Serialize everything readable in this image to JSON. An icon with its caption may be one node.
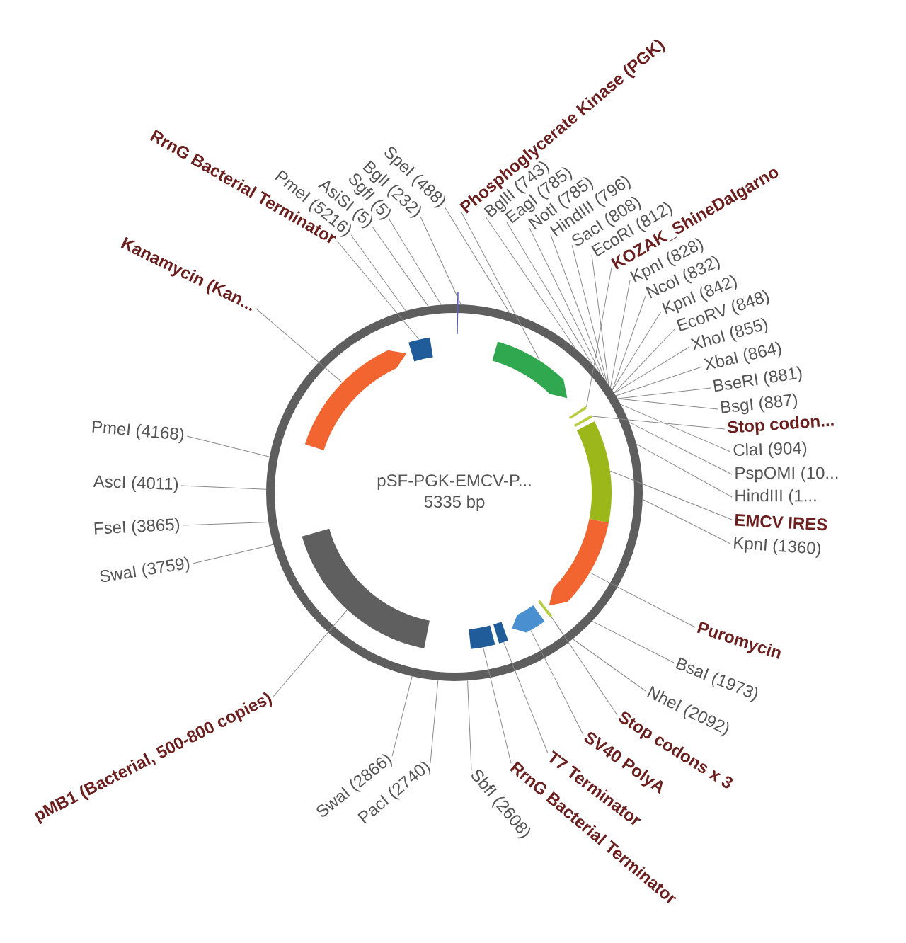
{
  "diagram": {
    "nodes": [
      {
        "text": [
          "pSF-PGK-EMCV-P...",
          "5335 bp"
        ]
      },
      {
        "text": [],
        "shape": "arrow",
        "in": 0
      },
      {
        "text": [],
        "shape": "line",
        "in": 0
      },
      {
        "text": [],
        "shape": "line",
        "in": 0
      },
      {
        "text": [],
        "shape": "bar",
        "in": 0
      },
      {
        "text": [],
        "shape": "arrow",
        "in": 0
      },
      {
        "text": [],
        "shape": "line",
        "in": 0
      },
      {
        "text": [],
        "shape": "arrow",
        "in": 0
      },
      {
        "text": [],
        "shape": "box",
        "in": 0
      },
      {
        "text": [],
        "shape": "box",
        "in": 0
      },
      {
        "text": [],
        "shape": "bar",
        "in": 0
      },
      {
        "text": [],
        "shape": "arrow",
        "in": 0
      },
      {
        "text": [],
        "shape": "box",
        "in": 0
      },
      {
        "text": [
          "RrnG Bacterial Terminator"
        ]
      },
      {
        "text": [
          "PmeI (5216)"
        ]
      },
      {
        "text": [
          "AsiSI (5)"
        ]
      },
      {
        "text": [
          "SgfI (5)"
        ]
      },
      {
        "text": [
          "BglI (232)"
        ]
      },
      {
        "text": [
          "SpeI (488)"
        ]
      },
      {
        "text": [
          "Phosphoglycerate Kinase (PGK)"
        ]
      },
      {
        "text": [
          "BglII (743)"
        ]
      },
      {
        "text": [
          "EagI (785)"
        ]
      },
      {
        "text": [
          "NotI (785)"
        ]
      },
      {
        "text": [
          "HindIII (796)"
        ]
      },
      {
        "text": [
          "SacI (808)"
        ]
      },
      {
        "text": [
          "EcoRI (812)"
        ]
      },
      {
        "text": [
          "KOZAK_ShineDalgarno"
        ]
      },
      {
        "text": [
          "KpnI (828)"
        ]
      },
      {
        "text": [
          "NcoI (832)"
        ]
      },
      {
        "text": [
          "KpnI (842)"
        ]
      },
      {
        "text": [
          "EcoRV (848)"
        ]
      },
      {
        "text": [
          "XhoI (855)"
        ]
      },
      {
        "text": [
          "XbaI (864)"
        ]
      },
      {
        "text": [
          "BseRI (881)"
        ]
      },
      {
        "text": [
          "BsgI (887)"
        ]
      },
      {
        "text": [
          "Stop codon..."
        ]
      },
      {
        "text": [
          "ClaI (904)"
        ]
      },
      {
        "text": [
          "PspOMI (10..."
        ]
      },
      {
        "text": [
          "HindIII (1..."
        ]
      },
      {
        "text": [
          "EMCV IRES"
        ]
      },
      {
        "text": [
          "KpnI (1360)"
        ]
      },
      {
        "text": [
          "Puromycin"
        ]
      },
      {
        "text": [
          "BsaI (1973)"
        ]
      },
      {
        "text": [
          "NheI (2092)"
        ]
      },
      {
        "text": [
          "Stop codons x 3"
        ]
      },
      {
        "text": [
          "SV40 PolyA"
        ]
      },
      {
        "text": [
          "T7 Terminator"
        ]
      },
      {
        "text": [
          "RrnG Bacterial Terminator"
        ]
      },
      {
        "text": [
          "SbfI (2608)"
        ]
      },
      {
        "text": [
          "PacI (2740)"
        ]
      },
      {
        "text": [
          "SwaI (2866)"
        ]
      },
      {
        "text": [
          "pMB1 (Bacterial, 500-800 copies)"
        ]
      },
      {
        "text": [
          "SwaI (3759)"
        ]
      },
      {
        "text": [
          "FseI (3865)"
        ]
      },
      {
        "text": [
          "AscI (4011)"
        ]
      },
      {
        "text": [
          "PmeI (4168)"
        ]
      },
      {
        "text": [
          "Kanamycin (Kan..."
        ]
      }
    ],
    "edges": [
      {
        "from": 13,
        "to": 12,
        "arrow": "none"
      },
      {
        "from": 14,
        "to": 0,
        "arrow": "none"
      },
      {
        "from": 15,
        "to": 0,
        "arrow": "none"
      },
      {
        "from": 16,
        "to": 0,
        "arrow": "none"
      },
      {
        "from": 17,
        "to": 0,
        "arrow": "none"
      },
      {
        "from": 18,
        "to": 0,
        "arrow": "none"
      },
      {
        "from": 19,
        "to": 1,
        "arrow": "none"
      },
      {
        "from": 20,
        "to": 0,
        "arrow": "none"
      },
      {
        "from": 21,
        "to": 0,
        "arrow": "none"
      },
      {
        "from": 22,
        "to": 0,
        "arrow": "none"
      },
      {
        "from": 23,
        "to": 0,
        "arrow": "none"
      },
      {
        "from": 24,
        "to": 0,
        "arrow": "none"
      },
      {
        "from": 25,
        "to": 0,
        "arrow": "none"
      },
      {
        "from": 26,
        "to": 2,
        "arrow": "none"
      },
      {
        "from": 27,
        "to": 0,
        "arrow": "none"
      },
      {
        "from": 28,
        "to": 0,
        "arrow": "none"
      },
      {
        "from": 29,
        "to": 0,
        "arrow": "none"
      },
      {
        "from": 30,
        "to": 0,
        "arrow": "none"
      },
      {
        "from": 31,
        "to": 0,
        "arrow": "none"
      },
      {
        "from": 32,
        "to": 0,
        "arrow": "none"
      },
      {
        "from": 33,
        "to": 0,
        "arrow": "none"
      },
      {
        "from": 34,
        "to": 0,
        "arrow": "none"
      },
      {
        "from": 35,
        "to": 3,
        "arrow": "none"
      },
      {
        "from": 36,
        "to": 0,
        "arrow": "none"
      },
      {
        "from": 37,
        "to": 0,
        "arrow": "none"
      },
      {
        "from": 38,
        "to": 0,
        "arrow": "none"
      },
      {
        "from": 39,
        "to": 4,
        "arrow": "none"
      },
      {
        "from": 40,
        "to": 0,
        "arrow": "none"
      },
      {
        "from": 41,
        "to": 5,
        "arrow": "none"
      },
      {
        "from": 42,
        "to": 0,
        "arrow": "none"
      },
      {
        "from": 43,
        "to": 0,
        "arrow": "none"
      },
      {
        "from": 44,
        "to": 6,
        "arrow": "none"
      },
      {
        "from": 45,
        "to": 7,
        "arrow": "none"
      },
      {
        "from": 46,
        "to": 8,
        "arrow": "none"
      },
      {
        "from": 47,
        "to": 9,
        "arrow": "none"
      },
      {
        "from": 48,
        "to": 0,
        "arrow": "none"
      },
      {
        "from": 49,
        "to": 0,
        "arrow": "none"
      },
      {
        "from": 50,
        "to": 0,
        "arrow": "none"
      },
      {
        "from": 51,
        "to": 10,
        "arrow": "none"
      },
      {
        "from": 52,
        "to": 0,
        "arrow": "none"
      },
      {
        "from": 53,
        "to": 0,
        "arrow": "none"
      },
      {
        "from": 54,
        "to": 0,
        "arrow": "none"
      },
      {
        "from": 55,
        "to": 0,
        "arrow": "none"
      },
      {
        "from": 56,
        "to": 11,
        "arrow": "none"
      }
    ]
  }
}
